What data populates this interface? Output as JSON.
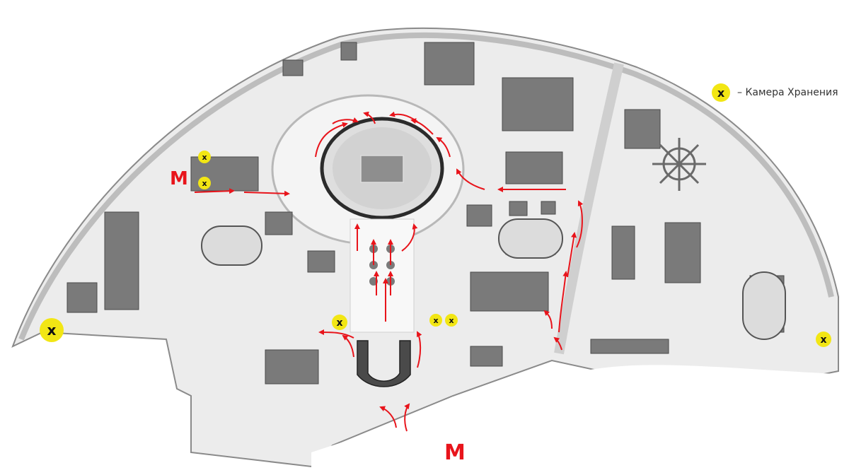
{
  "legend": {
    "symbol": "x",
    "label": "– Камера Хранения"
  },
  "storage_marker_symbol": "x",
  "metro_symbol": "M",
  "colors": {
    "route_arrow": "#e8141b",
    "metro": "#e8141b",
    "storage_badge": "#f2e614",
    "buildings": "#7a7a7a",
    "ground": "#ececec",
    "roads": "#f7f7f7"
  },
  "icons": [
    "storage-badge-icon",
    "metro-icon",
    "route-arrow-icon"
  ]
}
